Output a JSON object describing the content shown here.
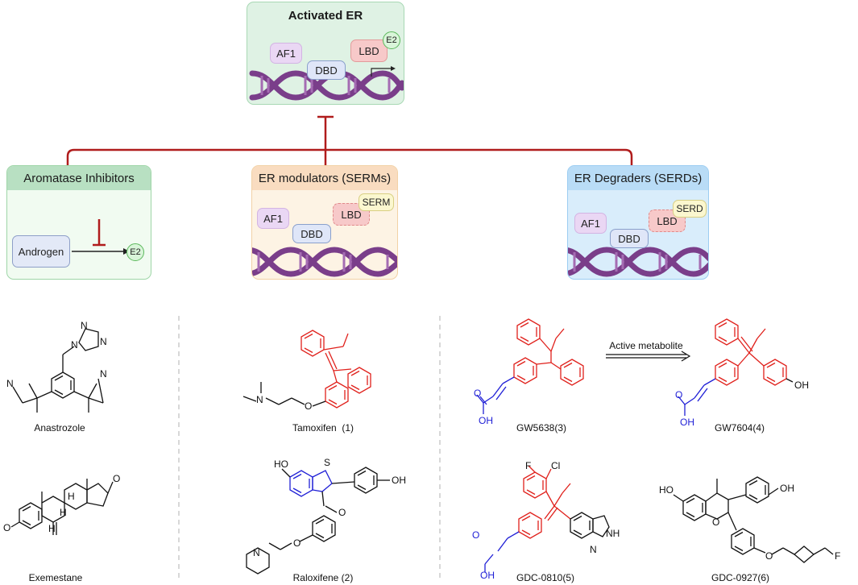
{
  "activated_er": {
    "title": "Activated ER",
    "af1": "AF1",
    "dbd": "DBD",
    "lbd": "LBD",
    "e2": "E2"
  },
  "aromatase": {
    "title": "Aromatase Inhibitors",
    "androgen": "Androgen",
    "e2": "E2"
  },
  "serms": {
    "title": "ER modulators (SERMs)",
    "af1": "AF1",
    "dbd": "DBD",
    "lbd": "LBD",
    "ligand": "SERM"
  },
  "serds": {
    "title": "ER Degraders (SERDs)",
    "af1": "AF1",
    "dbd": "DBD",
    "lbd": "LBD",
    "ligand": "SERD"
  },
  "compounds": {
    "anastrozole": "Anastrozole",
    "exemestane": "Exemestane",
    "tamoxifen": "Tamoxifen  (1)",
    "raloxifene": "Raloxifene (2)",
    "gw5638": "GW5638(3)",
    "gw7604": "GW7604(4)",
    "gdc0810": "GDC-0810(5)",
    "gdc0927": "GDC-0927(6)"
  },
  "arrow_label": "Active metabolite",
  "atoms": {
    "n": "N",
    "nh": "NH",
    "o": "O",
    "oh": "OH",
    "ho": "HO",
    "s": "S",
    "f": "F",
    "cl": "Cl",
    "h": "H"
  },
  "colors": {
    "inhibit_line": "#b01c1c",
    "green_panel": "#e6f6ea",
    "orange_panel": "#fdf1e1",
    "blue_panel": "#d9edfb",
    "dna": "#7a3e8a",
    "core_red": "#e0201b",
    "acid_blue": "#1f1fd6"
  }
}
